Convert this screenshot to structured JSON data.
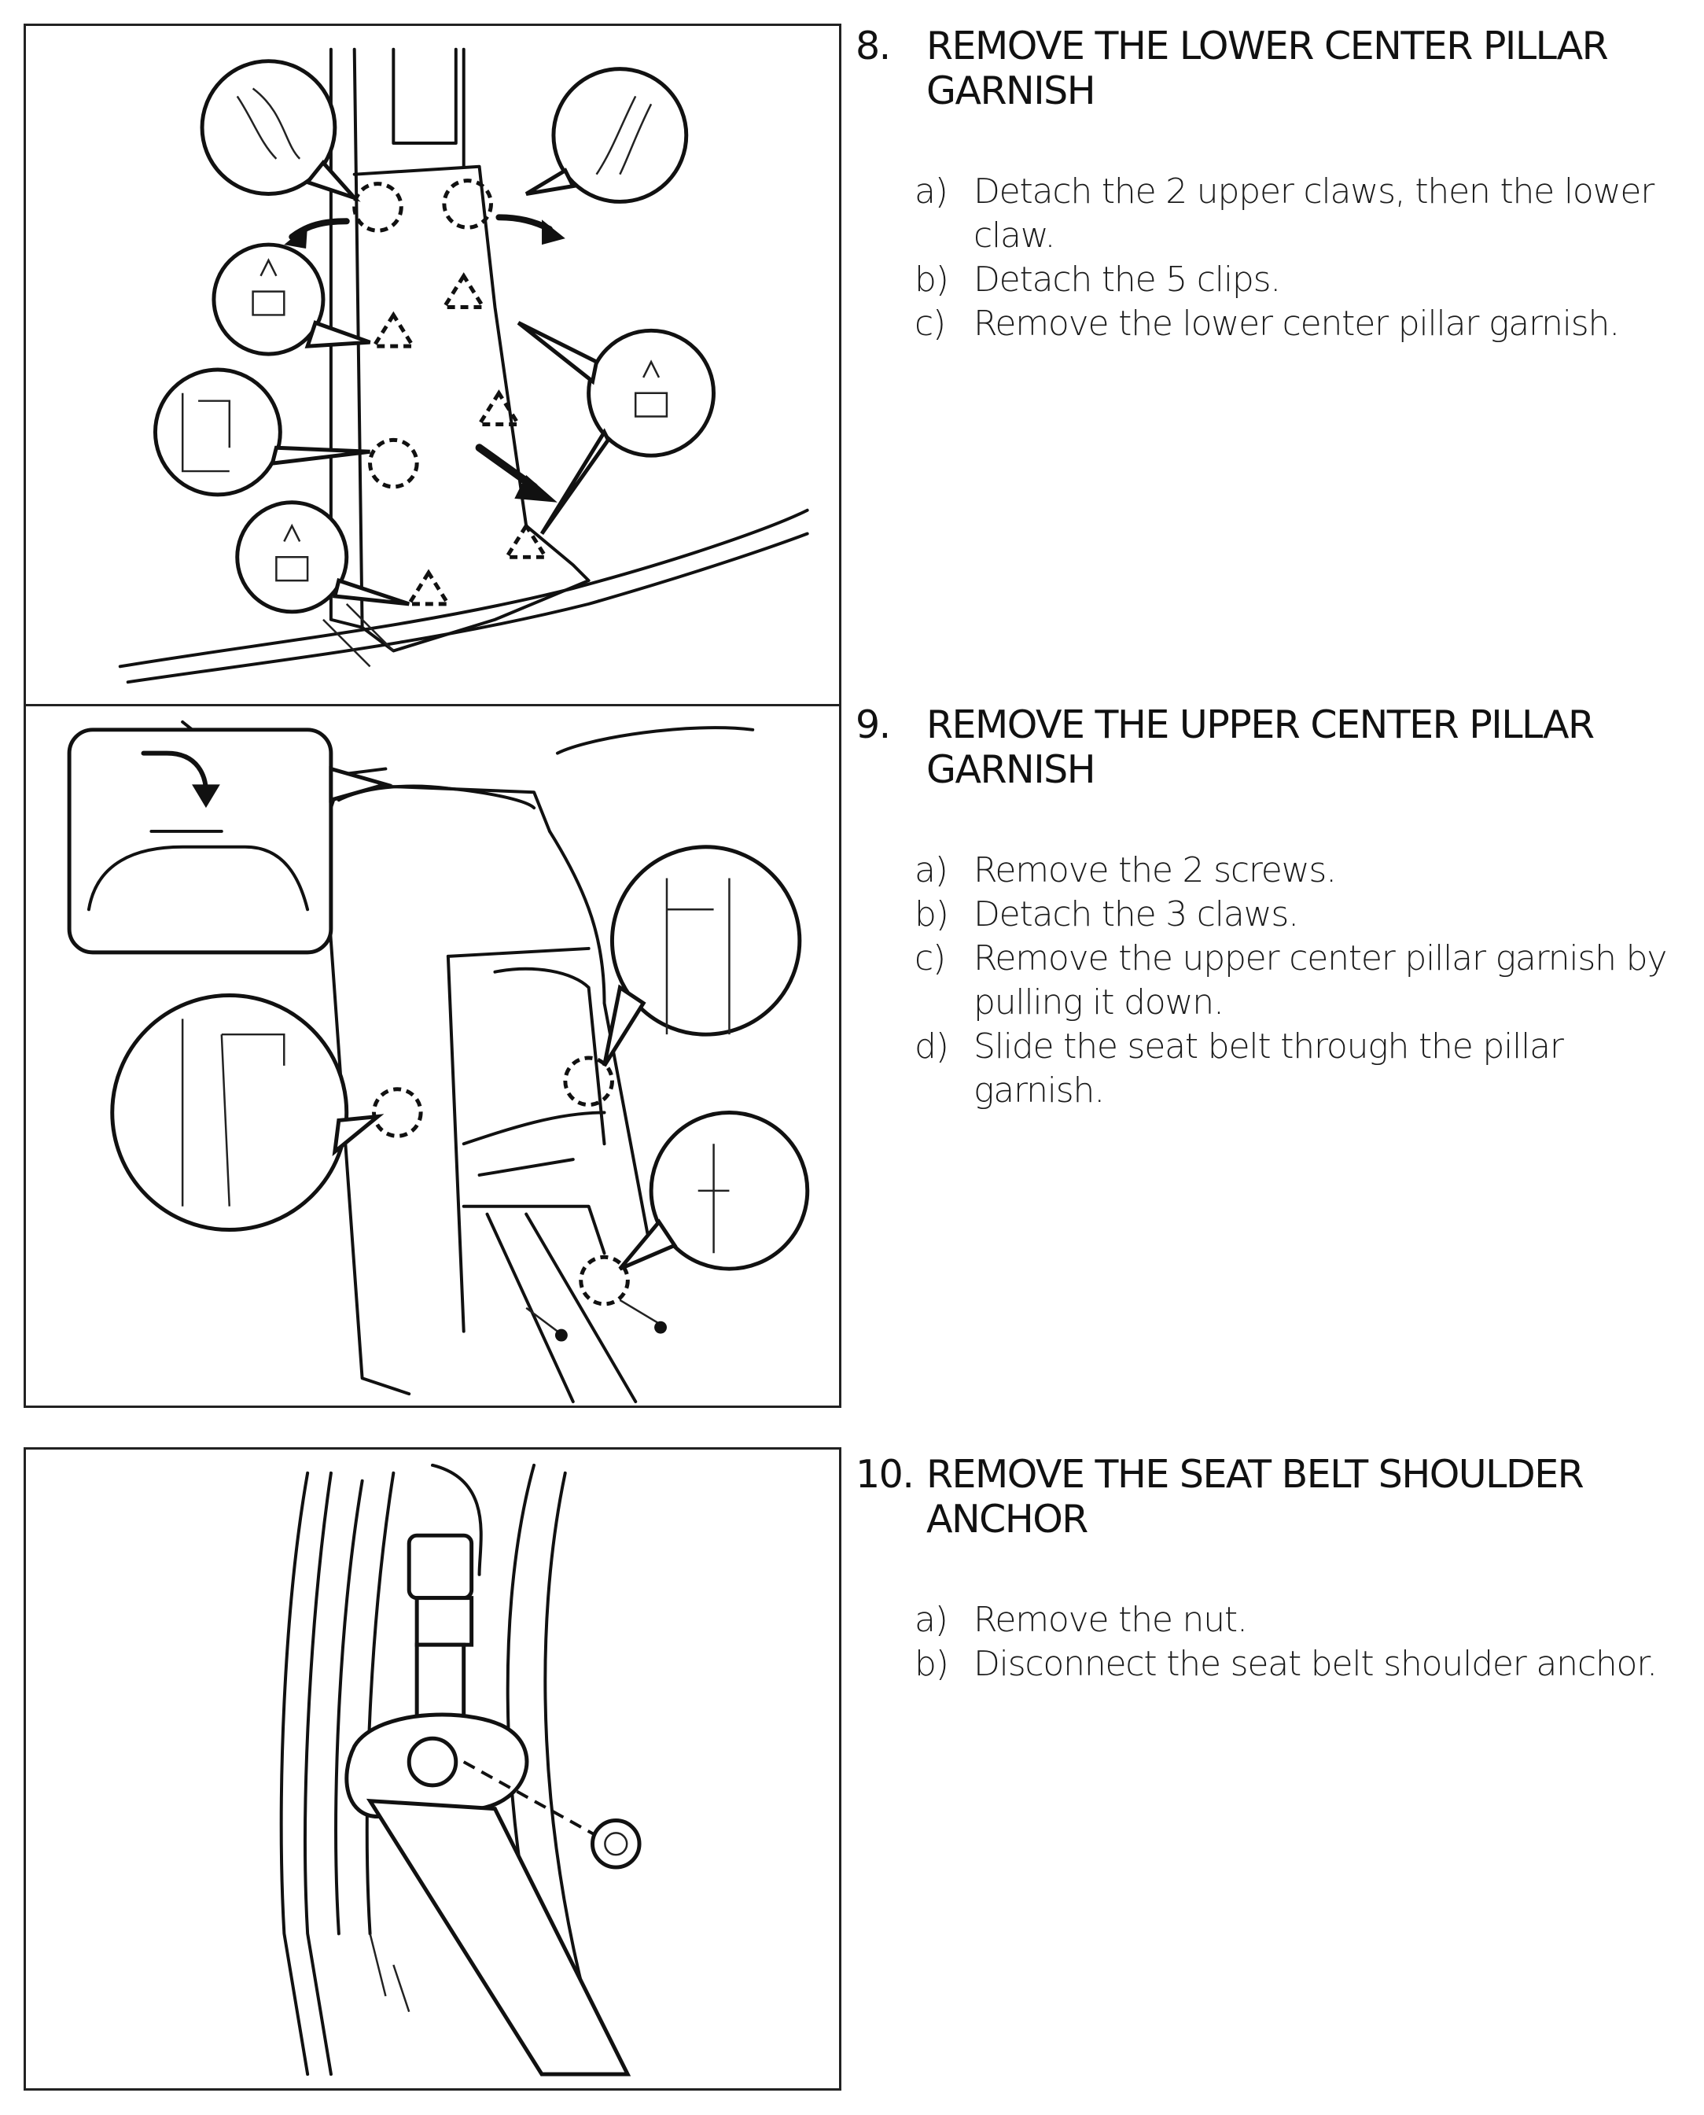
{
  "steps": [
    {
      "number": "8.",
      "title": "REMOVE THE LOWER CENTER PILLAR GARNISH",
      "substeps": [
        {
          "letter": "a)",
          "text": "Detach the 2 upper claws, then the lower claw."
        },
        {
          "letter": "b)",
          "text": "Detach the 5 clips."
        },
        {
          "letter": "c)",
          "text": "Remove the lower center pillar garnish."
        }
      ]
    },
    {
      "number": "9.",
      "title": "REMOVE THE UPPER CENTER PILLAR GARNISH",
      "substeps": [
        {
          "letter": "a)",
          "text": "Remove the 2 screws."
        },
        {
          "letter": "b)",
          "text": "Detach the 3 claws."
        },
        {
          "letter": "c)",
          "text": "Remove the upper center pillar garnish by pulling it down."
        },
        {
          "letter": "d)",
          "text": "Slide the seat belt through the pillar garnish."
        }
      ]
    },
    {
      "number": "10.",
      "title": "REMOVE THE SEAT BELT SHOULDER ANCHOR",
      "substeps": [
        {
          "letter": "a)",
          "text": "Remove the nut."
        },
        {
          "letter": "b)",
          "text": "Disconnect the seat belt shoulder anchor."
        }
      ]
    }
  ]
}
